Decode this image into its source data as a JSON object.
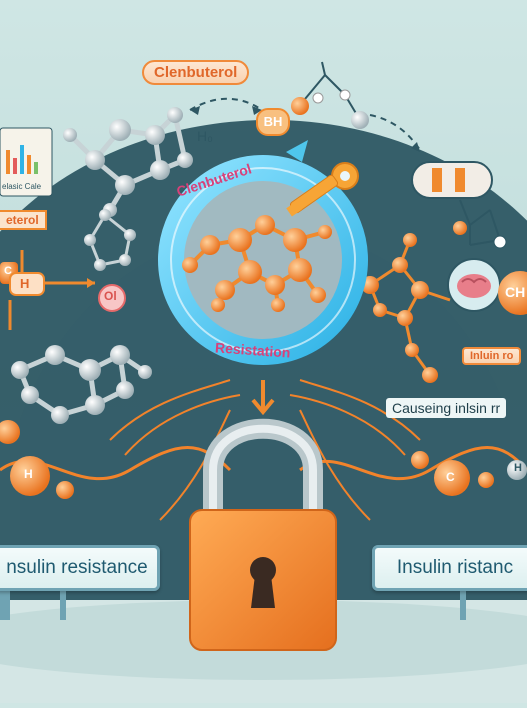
{
  "labels": {
    "top_pill": "Clenbuterol",
    "bh": "BH",
    "h_small": "H₀",
    "ring_top": "Clenbuterol",
    "ring_bottom": "Resistation",
    "left_chart": "elasic Cale",
    "left_strip": "eterol",
    "left_c": "C",
    "left_h": "H",
    "ol": "Ol",
    "right_ch": "CH",
    "right_c": "C",
    "right_h": "H",
    "left_h2": "H",
    "right_pill": "Inluin ro",
    "causing": "Causeing inlsin rr",
    "sign_left": "nsulin resistance",
    "sign_right": "Insulin ristanc"
  },
  "colors": {
    "background": "#c7e1df",
    "arc": "#2d5561",
    "ring": "#4fc6ec",
    "molecule": "#f08a2e",
    "lock": "#f48a2c"
  }
}
